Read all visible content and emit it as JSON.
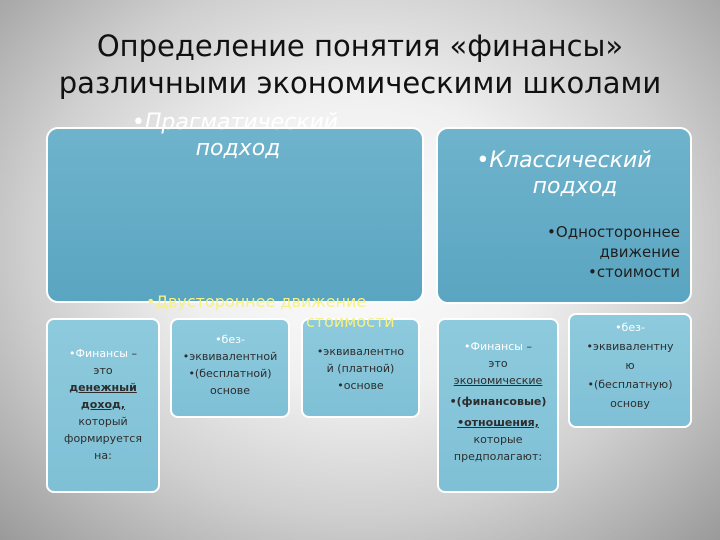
{
  "title": {
    "line1": "Определение понятия «финансы»",
    "line2": "различными экономическими школами"
  },
  "pragmatic": {
    "heading_line1": "•Прагматический",
    "heading_line2": "подход",
    "note_line1": "•Двустороннее движение",
    "note_line2": "стоимости"
  },
  "classic": {
    "heading_line1": "•Классический",
    "heading_line2": "подход",
    "note_line1": "•Одностороннее",
    "note_line2": "движение",
    "note_line3": "•стоимости"
  },
  "boxes": {
    "b1": {
      "l1a": "•Финансы",
      "l1b": " –",
      "l2": "это",
      "l3": "денежный",
      "l4": "доход,",
      "l5": "который",
      "l6": "формируется",
      "l7": "на:"
    },
    "b2": {
      "l1": "•без-",
      "l2": "•эквивалентной",
      "l3": "•(бесплатной)",
      "l4": "основе"
    },
    "b3": {
      "l1": "•эквивалентно",
      "l2": "й (платной)",
      "l3": "•основе"
    },
    "b4": {
      "l1a": "•Финансы",
      "l1b": " –",
      "l2": "это",
      "l3": "экономические",
      "l4": "•(финансовые)",
      "l5": "•отношения,",
      "l6": "которые",
      "l7": "предполагают:"
    },
    "b5": {
      "l1": "•без-",
      "l2": "•эквивалентну",
      "l3": "ю",
      "l4": "•(бесплатную)",
      "l5": "основу"
    }
  }
}
